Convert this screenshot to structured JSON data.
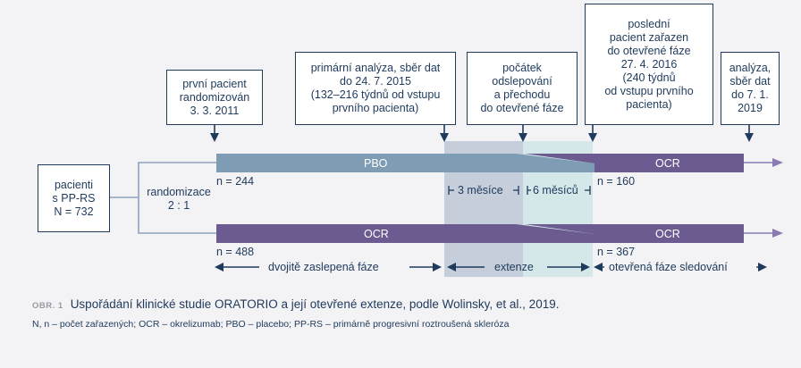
{
  "patients_box": {
    "lines": [
      "pacienti",
      "s PP-RS",
      "N = 732"
    ]
  },
  "randomization": {
    "lines": [
      "randomizace",
      "2 : 1"
    ]
  },
  "milestones": [
    {
      "lines": [
        "první pacient",
        "randomizován",
        "3. 3. 2011"
      ]
    },
    {
      "lines": [
        "primární analýza, sběr dat",
        "do 24. 7. 2015",
        "(132–216 týdnů od vstupu",
        "prvního pacienta)"
      ]
    },
    {
      "lines": [
        "počátek",
        "odslepování",
        "a přechodu",
        "do otevřené fáze"
      ]
    },
    {
      "lines": [
        "poslední",
        "pacient zařazen",
        "do otevřené fáze",
        "27. 4. 2016",
        "(240 týdnů",
        "od vstupu prvního",
        "pacienta)"
      ]
    },
    {
      "lines": [
        "analýza,",
        "sběr dat",
        "do 7. 1.",
        "2019"
      ]
    }
  ],
  "top_arm": {
    "first_label": "PBO",
    "second_label": "OCR",
    "n_start": "n = 244",
    "n_end": "n = 160"
  },
  "bottom_arm": {
    "first_label": "OCR",
    "second_label": "OCR",
    "n_start": "n = 488",
    "n_end": "n = 367"
  },
  "durations": {
    "first": "3 měsíce",
    "second": "6 měsíců"
  },
  "phases": {
    "double_blind": "dvojitě zaslepená fáze",
    "extension": "extenze",
    "open_label": "otevřená fáze sledování"
  },
  "caption": {
    "figure": "OBR. 1",
    "text": "Uspořádání klinické studie ORATORIO a její otevřené extenze, podle Wolinsky, et al., 2019."
  },
  "abbreviations": "N, n – počet zařazených; OCR – okrelizumab; PBO – placebo; PP-RS – primárně progresivní roztroušená skleróza",
  "colors": {
    "navy": "#1e3a5c",
    "pbo_bar": "#7f9cb5",
    "ocr_bar": "#6b5b91",
    "arrow": "#8a7cb0",
    "shade_blind": "#c6cedb",
    "shade_open": "#d4e8ea",
    "background": "#f3f2f4"
  }
}
